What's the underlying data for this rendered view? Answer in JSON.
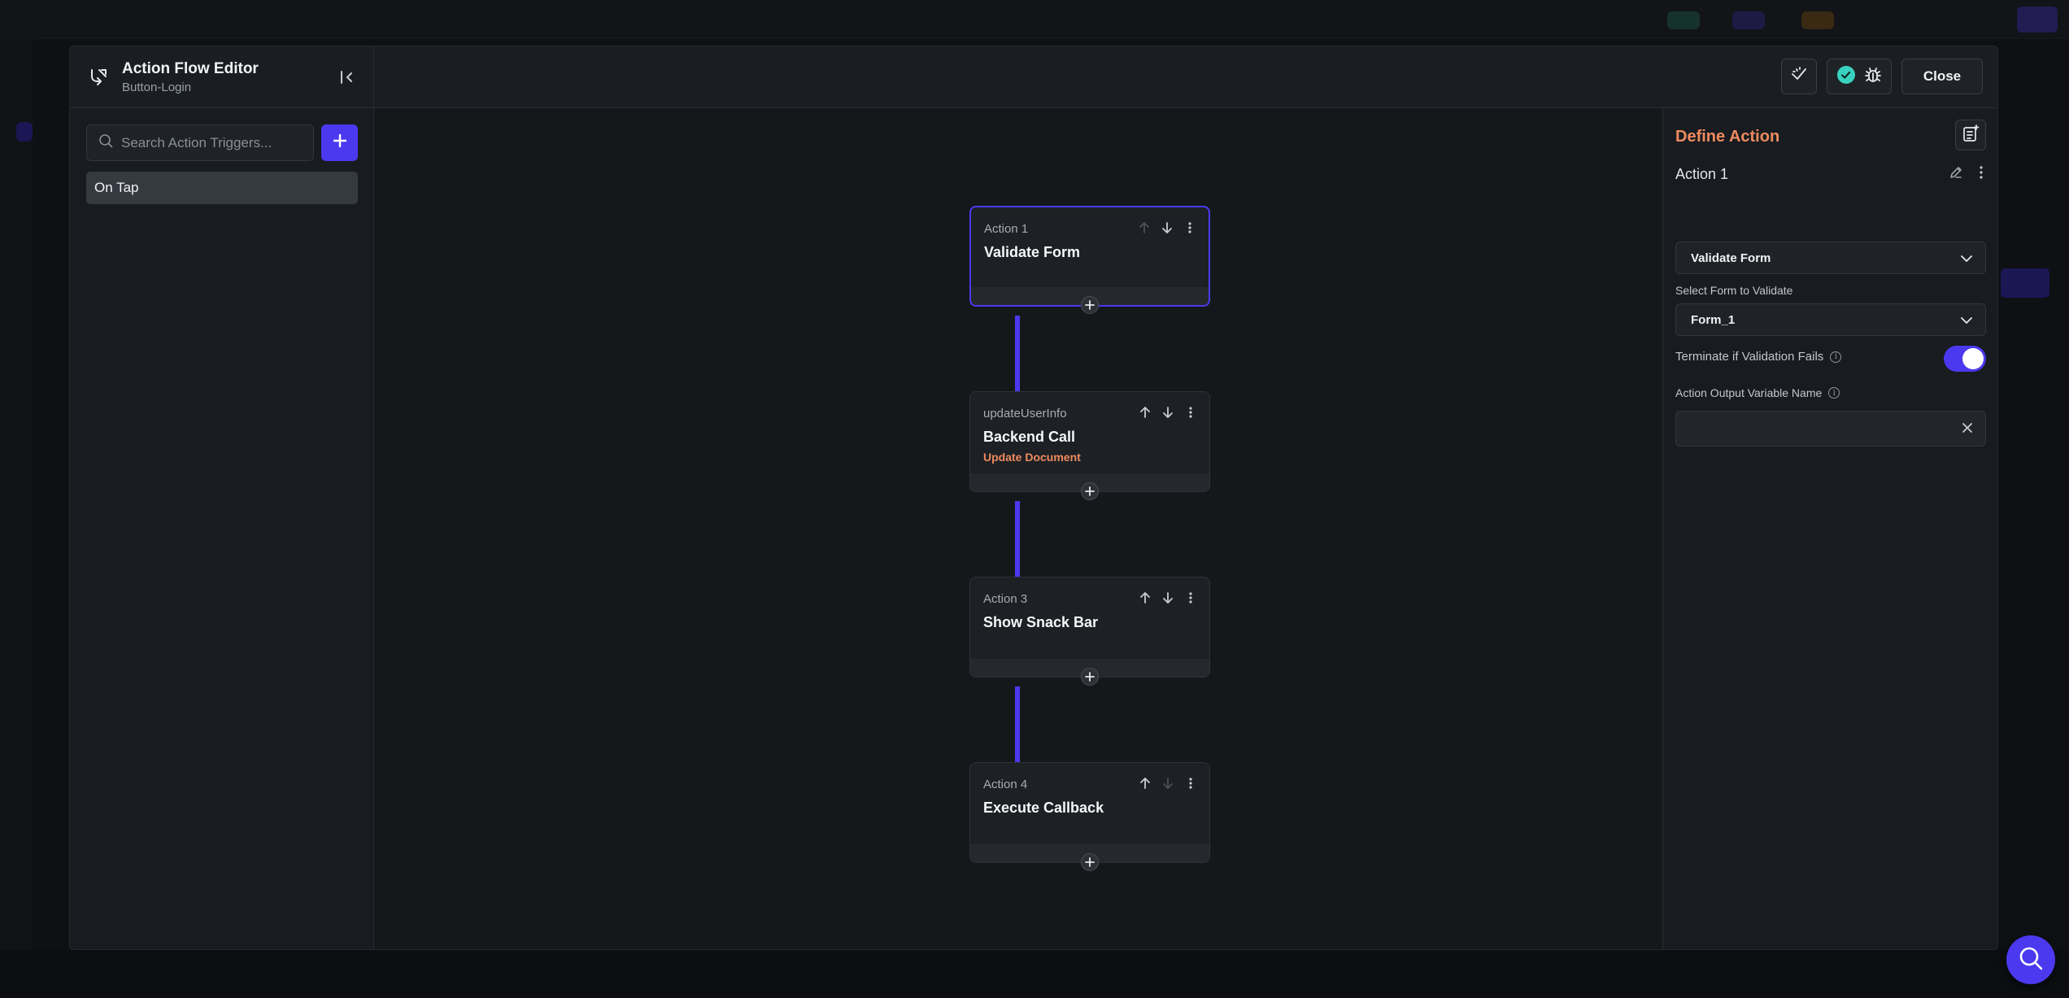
{
  "header": {
    "title": "Action Flow Editor",
    "subtitle": "Button-Login",
    "close_label": "Close"
  },
  "search": {
    "placeholder": "Search Action Triggers..."
  },
  "triggers": [
    {
      "label": "On Tap"
    }
  ],
  "actions": [
    {
      "label": "Action 1",
      "title": "Validate Form",
      "subtitle": ""
    },
    {
      "label": "updateUserInfo",
      "title": "Backend Call",
      "subtitle": "Update Document"
    },
    {
      "label": "Action 3",
      "title": "Show Snack Bar",
      "subtitle": ""
    },
    {
      "label": "Action 4",
      "title": "Execute Callback",
      "subtitle": ""
    }
  ],
  "define_action": {
    "title": "Define Action",
    "action_name": "Action 1",
    "action_type": "Validate Form",
    "select_form_label": "Select Form to Validate",
    "selected_form": "Form_1",
    "terminate_label": "Terminate if Validation Fails",
    "terminate_enabled": true,
    "output_var_label": "Action Output Variable Name",
    "output_var_value": ""
  },
  "colors": {
    "accent": "#4b39ef",
    "orange": "#ee8b60",
    "success": "#39d2c0"
  },
  "icons": [
    "flow-icon",
    "collapse-icon",
    "wand-icon",
    "check-icon",
    "bug-icon",
    "search-icon",
    "plus-icon",
    "arrow-up-icon",
    "arrow-down-icon",
    "more-vert-icon",
    "edit-icon",
    "add-note-icon",
    "chevron-down-icon",
    "info-icon",
    "clear-icon",
    "help-search-icon"
  ]
}
